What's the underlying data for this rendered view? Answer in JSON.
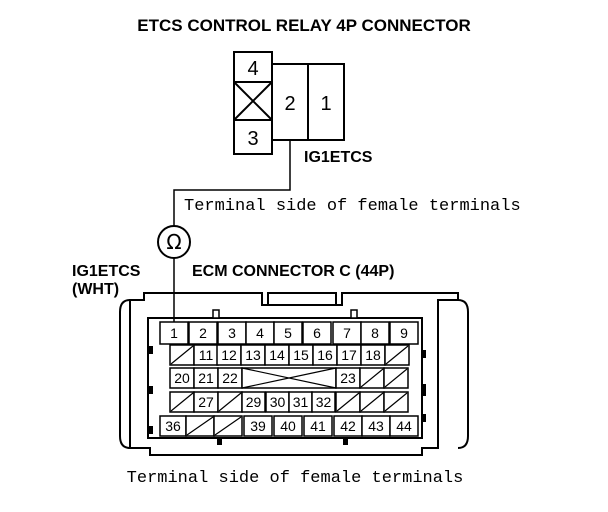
{
  "relay": {
    "title": "ETCS CONTROL RELAY 4P CONNECTOR",
    "pins": [
      "4",
      "2",
      "1",
      "3"
    ],
    "wire_label": "IG1ETCS",
    "terminal_note": "Terminal side of female terminals"
  },
  "meter": {
    "symbol": "Ω"
  },
  "ecm": {
    "title": "ECM CONNECTOR C (44P)",
    "wire_label_line1": "IG1ETCS",
    "wire_label_line2": "(WHT)",
    "terminal_note": "Terminal side of female terminals",
    "row1": [
      "1",
      "2",
      "3",
      "4",
      "5",
      "6",
      "7",
      "8",
      "9"
    ],
    "row2": [
      "11",
      "12",
      "13",
      "14",
      "15",
      "16",
      "17",
      "18"
    ],
    "row3": [
      "20",
      "21",
      "22",
      "23"
    ],
    "row4": [
      "27",
      "29",
      "30",
      "31",
      "32"
    ],
    "row5": [
      "36",
      "39",
      "40",
      "41",
      "42",
      "43",
      "44"
    ]
  }
}
